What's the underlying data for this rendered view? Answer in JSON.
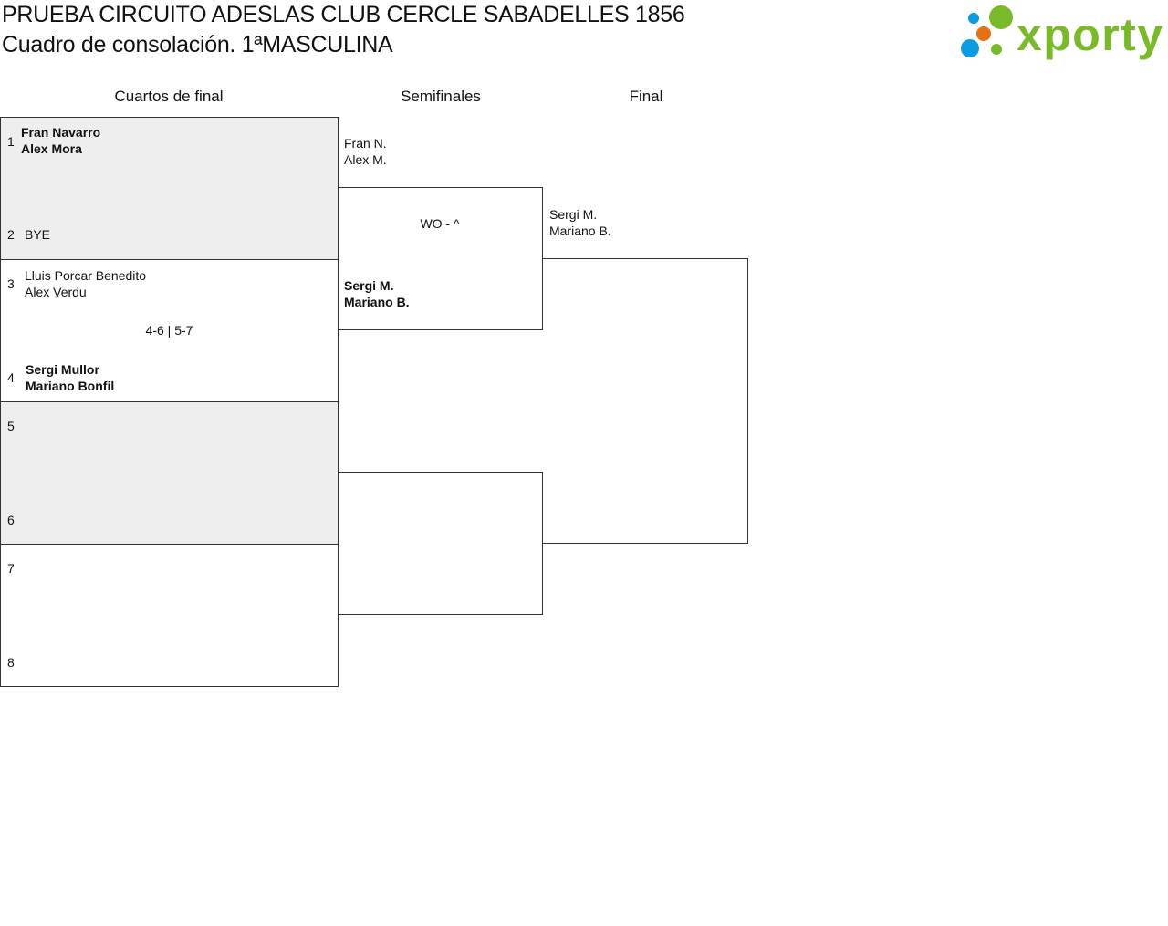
{
  "title": {
    "line1": "PRUEBA CIRCUITO ADESLAS CLUB CERCLE SABADELLES 1856",
    "line2": "Cuadro de consolación. 1ªMASCULINA"
  },
  "logo": {
    "text": "xporty",
    "colors": {
      "green": "#7ab929",
      "blue": "#0a9be0",
      "orange": "#e8700f"
    }
  },
  "rounds": [
    "Cuartos de final",
    "Semifinales",
    "Final"
  ],
  "quarterfinals": [
    {
      "seed_a": "1",
      "team_a": [
        "Fran Navarro",
        "Alex Mora"
      ],
      "seed_b": "2",
      "team_b": [
        "BYE"
      ],
      "score": ""
    },
    {
      "seed_a": "3",
      "team_a": [
        "Lluis Porcar Benedito",
        "Alex Verdu"
      ],
      "seed_b": "4",
      "team_b": [
        "Sergi Mullor",
        "Mariano Bonfil"
      ],
      "score": "4-6 | 5-7"
    },
    {
      "seed_a": "5",
      "seed_b": "6"
    },
    {
      "seed_a": "7",
      "seed_b": "8"
    }
  ],
  "semifinals": [
    {
      "team_a": [
        "Fran N.",
        "Alex M."
      ],
      "team_b": [
        "Sergi M.",
        "Mariano B."
      ],
      "score": "WO - ^"
    }
  ],
  "final": {
    "team_a": [
      "Sergi M.",
      "Mariano B."
    ]
  }
}
